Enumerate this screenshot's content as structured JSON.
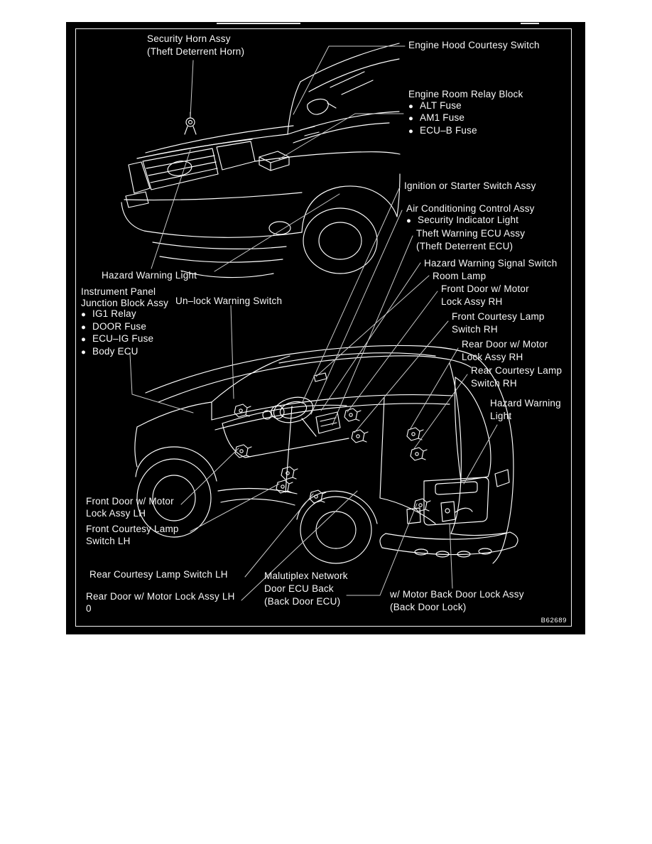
{
  "diagram": {
    "figure_code": "B62689",
    "icons": {
      "bullet": "●"
    },
    "labels": {
      "security_horn": {
        "line1": "Security Horn Assy",
        "line2": "(Theft Deterrent Horn)"
      },
      "engine_hood_courtesy_switch": {
        "line1": "Engine Hood Courtesy Switch"
      },
      "engine_room_relay_block": {
        "title": "Engine Room Relay Block",
        "items": [
          "ALT Fuse",
          "AM1 Fuse",
          "ECU–B Fuse"
        ]
      },
      "ignition_or_starter_switch": {
        "line1": "Ignition or Starter Switch Assy"
      },
      "air_conditioning_control": {
        "title": "Air Conditioning Control Assy",
        "items": [
          "Security Indicator Light"
        ]
      },
      "theft_warning_ecu": {
        "line1": "Theft Warning ECU Assy",
        "line2": "(Theft Deterrent ECU)"
      },
      "hazard_warning_signal_switch": {
        "line1": "Hazard Warning Signal Switch"
      },
      "room_lamp": {
        "line1": "Room Lamp"
      },
      "front_door_motor_lock_rh": {
        "line1": "Front Door w/ Motor",
        "line2": "Lock Assy RH"
      },
      "front_courtesy_lamp_switch_rh": {
        "line1": "Front Courtesy Lamp",
        "line2": "Switch RH"
      },
      "rear_door_motor_lock_rh": {
        "line1": "Rear Door w/ Motor",
        "line2": "Lock Assy RH"
      },
      "rear_courtesy_lamp_switch_rh": {
        "line1": "Rear Courtesy Lamp",
        "line2": "Switch RH"
      },
      "hazard_warning_light_rear": {
        "line1": "Hazard Warning",
        "line2": "Light"
      },
      "hazard_warning_light_front": {
        "line1": "Hazard Warning Light"
      },
      "instrument_panel_junction_block": {
        "line1": "Instrument Panel",
        "line2": "Junction Block Assy",
        "items": [
          "IG1 Relay",
          "DOOR Fuse",
          "ECU–IG Fuse",
          "Body ECU"
        ]
      },
      "unlock_warning_switch": {
        "line1": "Un–lock Warning Switch"
      },
      "front_door_motor_lock_lh": {
        "line1": "Front Door w/ Motor",
        "line2": "Lock Assy LH"
      },
      "front_courtesy_lamp_switch_lh": {
        "line1": "Front Courtesy Lamp",
        "line2": "Switch LH"
      },
      "rear_courtesy_lamp_switch_lh": {
        "line1": "Rear Courtesy Lamp Switch LH"
      },
      "rear_door_motor_lock_lh": {
        "line1": "Rear Door w/ Motor Lock Assy LH"
      },
      "stray_zero": {
        "line1": "0"
      },
      "multiplex_network_door_ecu": {
        "line1": "Malutiplex Network",
        "line2": "Door ECU Back",
        "line3": "(Back Door ECU)"
      },
      "back_door_lock": {
        "line1": "w/ Motor Back Door Lock Assy",
        "line2": "(Back Door Lock)"
      }
    }
  }
}
